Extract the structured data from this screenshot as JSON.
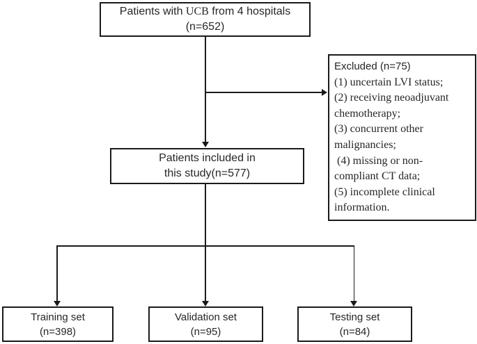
{
  "colors": {
    "border": "#1a1a1a",
    "line": "#1a1a1a",
    "text": "#262626",
    "background": "#ffffff"
  },
  "nodes": {
    "source": {
      "line1_prefix": "Patients with ",
      "acronym": "UCB",
      "line1_suffix": " from 4 hospitals",
      "line2": "(n=652)"
    },
    "excluded": {
      "lines": [
        "Excluded (n=75)",
        "(1) uncertain LVI status;",
        "(2) receiving neoadjuvant",
        "chemotherapy;",
        "(3) concurrent other",
        "malignancies;",
        " (4) missing or non-",
        "compliant CT data;",
        "(5) incomplete clinical",
        "information."
      ]
    },
    "included": {
      "line1": "Patients included in",
      "line2": "this study(n=577)"
    },
    "training": {
      "line1": "Training set",
      "line2": "(n=398)"
    },
    "validation": {
      "line1": "Validation set",
      "line2": "(n=95)"
    },
    "testing": {
      "line1": "Testing set",
      "line2": "(n=84)"
    }
  }
}
